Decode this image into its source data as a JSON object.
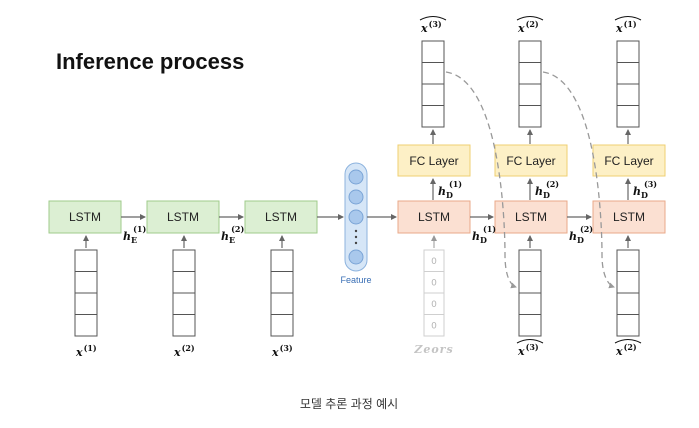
{
  "title": "Inference process",
  "caption": "모델 추론 과정 예시",
  "labels": {
    "lstm": "LSTM",
    "fc_layer": "FC Layer",
    "feature": "Feature",
    "zeros_caption": "Zeors",
    "zero_digit": "0"
  },
  "encoder": {
    "inputs": [
      {
        "base": "x",
        "sup": "(1)"
      },
      {
        "base": "x",
        "sup": "(2)"
      },
      {
        "base": "x",
        "sup": "(3)"
      }
    ],
    "hidden": [
      {
        "base": "h",
        "sub": "E",
        "sup": "(1)"
      },
      {
        "base": "h",
        "sub": "E",
        "sup": "(2)"
      }
    ]
  },
  "decoder": {
    "outputs": [
      {
        "base": "x",
        "sup": "(3)",
        "hat": true
      },
      {
        "base": "x",
        "sup": "(2)",
        "hat": true
      },
      {
        "base": "x",
        "sup": "(1)",
        "hat": true
      }
    ],
    "inputs": [
      {
        "base": "x",
        "sup": "(3)",
        "hat": true
      },
      {
        "base": "x",
        "sup": "(2)",
        "hat": true
      }
    ],
    "fc_hidden": [
      {
        "base": "h",
        "sub": "D",
        "sup": "(1)"
      },
      {
        "base": "h",
        "sub": "D",
        "sup": "(2)"
      },
      {
        "base": "h",
        "sub": "D",
        "sup": "(3)"
      }
    ],
    "hidden": [
      {
        "base": "h",
        "sub": "D",
        "sup": "(1)"
      },
      {
        "base": "h",
        "sub": "D",
        "sup": "(2)"
      }
    ]
  },
  "colors": {
    "encoder_fill": "#dcefd3",
    "encoder_stroke": "#9fcb8b",
    "decoder_fill": "#fbe0d2",
    "decoder_stroke": "#e9a989",
    "fc_fill": "#fdf0c6",
    "fc_stroke": "#efcf72",
    "feature_fill": "#d6e6f7",
    "feature_stroke": "#8db3de",
    "feature_dot": "#a9c8ec",
    "arrow": "#666666",
    "dashed": "#999999"
  }
}
